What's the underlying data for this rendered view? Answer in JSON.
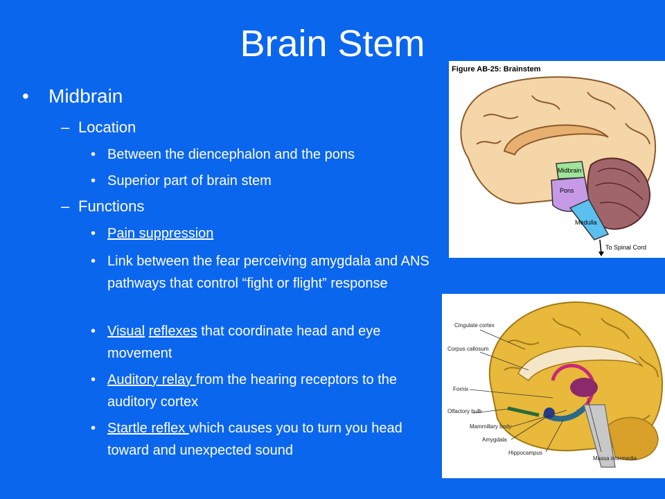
{
  "slide": {
    "title": "Brain Stem",
    "level1": {
      "bullet": "•",
      "text": "Midbrain"
    },
    "location": {
      "dash": "–",
      "heading": "Location",
      "items": [
        "Between the diencephalon and the pons",
        "Superior part of brain stem"
      ]
    },
    "functions": {
      "dash": "–",
      "heading": "Functions",
      "item1": "Pain suppression",
      "item2": "Link between the fear perceiving amygdala and ANS pathways that control “fight or flight” response",
      "item3": {
        "u1": "Visual",
        "sp": " ",
        "u2": "reflexes",
        "rest": " that coordinate head and eye movement"
      },
      "item4": {
        "u": "Auditory relay ",
        "rest": "from the hearing receptors to the auditory cortex"
      },
      "item5": {
        "u": "Startle reflex ",
        "rest": "which causes you to turn you head toward and unexpected sound"
      }
    },
    "bullet_char": "•"
  },
  "figure1": {
    "caption": "Figure AB-25: Brainstem",
    "labels": {
      "midbrain": "Midbrain",
      "pons": "Pons",
      "medulla": "Medulla",
      "spinal": "To Spinal Cord"
    }
  },
  "figure2": {
    "labels": {
      "cingulate": "Cingulate cortex",
      "corpus": "Corpus callosum",
      "fornix": "Fornix",
      "olfactory": "Olfactory bulb",
      "mammillary": "Mammillary body",
      "amygdala": "Amygdala",
      "hippocampus": "Hippocampus",
      "massa": "Massa intermedia"
    }
  },
  "colors": {
    "background": "#0b66ee",
    "text": "#ffffff",
    "midbrain": "#9fe59a",
    "pons": "#c79ae8",
    "medulla": "#5bbff0",
    "cerebellum": "#a0656a",
    "cortex": "#f5d6a8"
  }
}
